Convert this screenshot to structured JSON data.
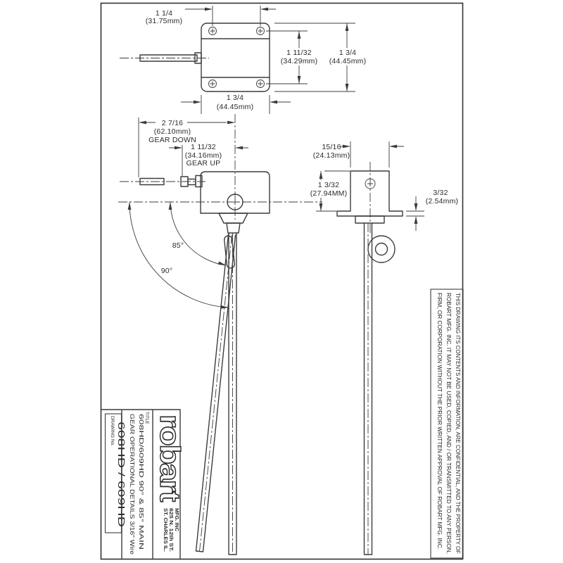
{
  "views": {
    "top": {
      "hole_spacing": [
        "1 1/4",
        "(31.75mm)"
      ],
      "hole_rows": [
        "1 11/32",
        "(34.29mm)"
      ],
      "height": [
        "1 3/4",
        "(44.45mm)"
      ],
      "width": [
        "1 3/4",
        "(44.45mm)"
      ]
    },
    "side": {
      "gear_down": [
        "2 7/16",
        "(62.10mm)",
        "GEAR DOWN"
      ],
      "gear_up": [
        "1 11/32",
        "(34.16mm)",
        "GEAR UP"
      ],
      "angle_85": "85°",
      "angle_90": "90°"
    },
    "end": {
      "width": [
        "15/16",
        "(24.13mm)"
      ],
      "height": [
        "1 3/32",
        "(27.94MM)"
      ],
      "flange": [
        "3/32",
        "(2.54mm)"
      ]
    }
  },
  "title_block": {
    "logo": "robart",
    "address": [
      "MFG. INC",
      "625 N. 12th ST.",
      "ST. CHARLES IL."
    ],
    "title_label": "TITLE",
    "title_lines": [
      "608HD/609HD 90° & 85° MAIN",
      "GEAR OPERATIONAL DETAILS 3/16\" Wire"
    ],
    "drawing_no_label": "DRAWING No.",
    "drawing_no": "608HD / 609HD"
  },
  "legal": [
    "THIS DRAWING ITS CONTENTS AND INFORMATION, ARE CONFIDENTIAL, AND THE PROPERTY OF",
    "ROBART MFG. INC. IT MAY NOT BE USED, COPIED, AND / OR TRANSMITTED TO ANY PERSON,",
    "FIRM, OR CORPORATION WITHOUT THE PRIOR WRITTEN APPROVAL OF ROBART MFG. INC."
  ]
}
